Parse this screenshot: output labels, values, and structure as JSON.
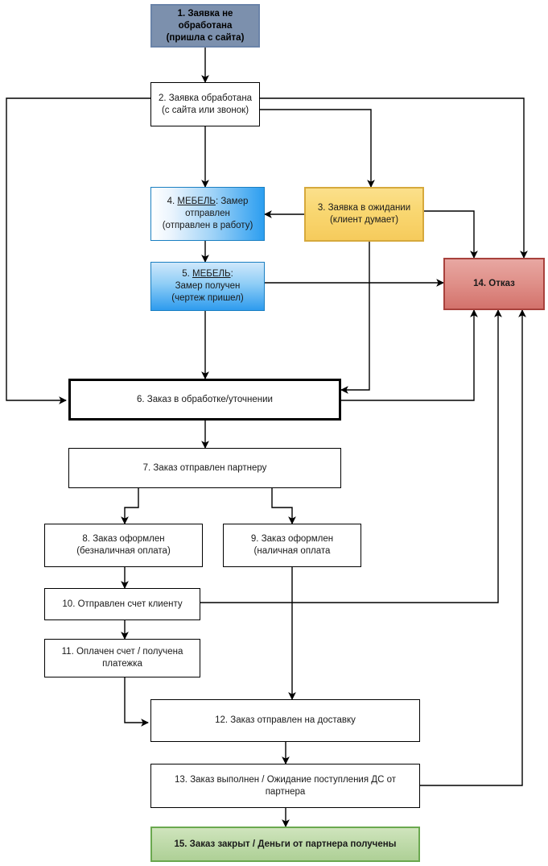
{
  "diagram": {
    "title": "Order processing flowchart",
    "language": "ru",
    "colors": {
      "start_fill": "#7c90ad",
      "wait_fill": "#f6cb5c",
      "measure_sent_fill": "#2c9ef0",
      "measure_received_fill": "#2d9bee",
      "reject_fill": "#d3726c",
      "done_fill": "#aed096",
      "edge_stroke": "#000000",
      "plain_fill": "#ffffff"
    },
    "nodes": [
      {
        "id": "n1",
        "number": "1.",
        "style": "start",
        "lines": [
          "1. Заявка не",
          "обработана",
          "(пришла с сайта)"
        ],
        "text": "1. Заявка не обработана (пришла с сайта)"
      },
      {
        "id": "n2",
        "number": "2.",
        "style": "plain",
        "lines": [
          "2. Заявка обработана",
          "(с сайта или звонок)"
        ],
        "text": "2. Заявка обработана (с сайта или звонок)"
      },
      {
        "id": "n3",
        "number": "3.",
        "style": "wait",
        "lines": [
          "3. Заявка в ожидании",
          "(клиент думает)"
        ],
        "text": "3. Заявка в ожидании (клиент думает)"
      },
      {
        "id": "n4",
        "number": "4.",
        "style": "blue-h",
        "prefix": "4. ",
        "emphasis": "МЕБЕЛЬ",
        "lines": [
          "4. МЕБЕЛЬ: Замер",
          "отправлен",
          "(отправлен в работу)"
        ],
        "rest_line1": ": Замер",
        "line2": "отправлен",
        "line3": "(отправлен в работу)",
        "text": "4. МЕБЕЛЬ: Замер отправлен (отправлен в работу)"
      },
      {
        "id": "n5",
        "number": "5.",
        "style": "blue-v",
        "prefix": "5. ",
        "emphasis": "МЕБЕЛЬ",
        "rest_line1": ":",
        "line2": "Замер получен",
        "line3": "(чертеж пришел)",
        "lines": [
          "5. МЕБЕЛЬ:",
          "Замер получен",
          "(чертеж пришел)"
        ],
        "text": "5. МЕБЕЛЬ: Замер получен (чертеж пришел)"
      },
      {
        "id": "n6",
        "number": "6.",
        "style": "bold",
        "lines": [
          "6. Заказ в обработке/уточнении"
        ],
        "text": "6. Заказ в обработке/уточнении"
      },
      {
        "id": "n7",
        "number": "7.",
        "style": "plain",
        "lines": [
          "7. Заказ отправлен партнеру"
        ],
        "text": "7. Заказ отправлен партнеру"
      },
      {
        "id": "n8",
        "number": "8.",
        "style": "plain",
        "lines": [
          "8. Заказ оформлен",
          "(безналичная оплата)"
        ],
        "text": "8. Заказ оформлен (безналичная оплата)"
      },
      {
        "id": "n9",
        "number": "9.",
        "style": "plain",
        "lines": [
          "9. Заказ оформлен",
          "(наличная оплата"
        ],
        "text": "9. Заказ оформлен (наличная оплата"
      },
      {
        "id": "n10",
        "number": "10.",
        "style": "plain",
        "lines": [
          "10. Отправлен счет клиенту"
        ],
        "text": "10. Отправлен счет клиенту"
      },
      {
        "id": "n11",
        "number": "11.",
        "style": "plain",
        "lines": [
          "11. Оплачен счет / получена",
          "платежка"
        ],
        "text": "11. Оплачен счет / получена платежка"
      },
      {
        "id": "n12",
        "number": "12.",
        "style": "plain",
        "lines": [
          "12. Заказ отправлен на доставку"
        ],
        "text": "12. Заказ отправлен на доставку"
      },
      {
        "id": "n13",
        "number": "13.",
        "style": "plain",
        "lines": [
          "13. Заказ выполнен / Ожидание поступления ДС от",
          "партнера"
        ],
        "text": "13. Заказ выполнен / Ожидание поступления ДС от партнера"
      },
      {
        "id": "n14",
        "number": "14.",
        "style": "reject",
        "lines": [
          "14. Отказ"
        ],
        "text": "14. Отказ"
      },
      {
        "id": "n15",
        "number": "15.",
        "style": "done",
        "lines": [
          "15. Заказ закрыт / Деньги от партнера получены"
        ],
        "text": "15. Заказ закрыт / Деньги от партнера получены"
      }
    ],
    "edges": [
      {
        "from": "n1",
        "to": "n2"
      },
      {
        "from": "n2",
        "to": "n4"
      },
      {
        "from": "n2",
        "to": "n3"
      },
      {
        "from": "n2",
        "to": "n6"
      },
      {
        "from": "n2",
        "to": "n14"
      },
      {
        "from": "n3",
        "to": "n4"
      },
      {
        "from": "n3",
        "to": "n6"
      },
      {
        "from": "n3",
        "to": "n14"
      },
      {
        "from": "n4",
        "to": "n5"
      },
      {
        "from": "n5",
        "to": "n6"
      },
      {
        "from": "n5",
        "to": "n14"
      },
      {
        "from": "n6",
        "to": "n7"
      },
      {
        "from": "n6",
        "to": "n14"
      },
      {
        "from": "n7",
        "to": "n8"
      },
      {
        "from": "n7",
        "to": "n9"
      },
      {
        "from": "n8",
        "to": "n10"
      },
      {
        "from": "n9",
        "to": "n12"
      },
      {
        "from": "n10",
        "to": "n11"
      },
      {
        "from": "n10",
        "to": "n14"
      },
      {
        "from": "n11",
        "to": "n12"
      },
      {
        "from": "n12",
        "to": "n13"
      },
      {
        "from": "n13",
        "to": "n15"
      },
      {
        "from": "n13",
        "to": "n14"
      }
    ]
  }
}
